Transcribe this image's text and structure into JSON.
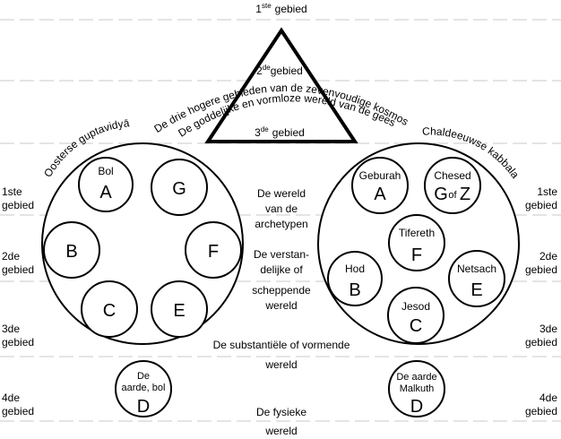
{
  "planes": {
    "first": {
      "sup": "ste",
      "word": "gebied"
    },
    "second": {
      "sup": "de",
      "word": "gebied"
    },
    "third": {
      "sup": "de",
      "word": "gebied"
    }
  },
  "arc_texts": {
    "line1": "De drie hogere gebieden van de zevenvoudige kosmos",
    "line2": "De goddelijke en vormloze wereld van de geest",
    "left": "Oosterse guptavidyā",
    "right": "Chaldeeuwse kabbala"
  },
  "side_labels": {
    "num1": "1ste",
    "num2": "2de",
    "num3": "3de",
    "num4": "4de",
    "word": "gebied"
  },
  "left_diagram": {
    "bol_label": "Bol",
    "spheres": {
      "a": "A",
      "g": "G",
      "b": "B",
      "f": "F",
      "c": "C",
      "e": "E"
    },
    "d_sphere": {
      "line1": "De",
      "line2": "aarde, bol",
      "letter": "D"
    }
  },
  "right_diagram": {
    "geburah": {
      "name": "Geburah",
      "letter": "A"
    },
    "chesed": {
      "name": "Chesed",
      "left": "G",
      "of": "of",
      "right": "Z"
    },
    "tifereth": {
      "name": "Tifereth",
      "letter": "F"
    },
    "hod": {
      "name": "Hod",
      "letter": "B"
    },
    "netsach": {
      "name": "Netsach",
      "letter": "E"
    },
    "jesod": {
      "name": "Jesod",
      "letter": "C"
    },
    "malkuth": {
      "line1": "De aarde",
      "line2": "Malkuth",
      "letter": "D"
    }
  },
  "center_texts": {
    "archetypen": [
      "De wereld",
      "van de",
      "archetypen"
    ],
    "scheppende": [
      "De verstan-",
      "delijke of",
      "scheppende",
      "wereld"
    ],
    "vormende": [
      "De substantiële of vormende",
      "wereld"
    ],
    "fysieke": [
      "De fysieke",
      "wereld"
    ]
  }
}
